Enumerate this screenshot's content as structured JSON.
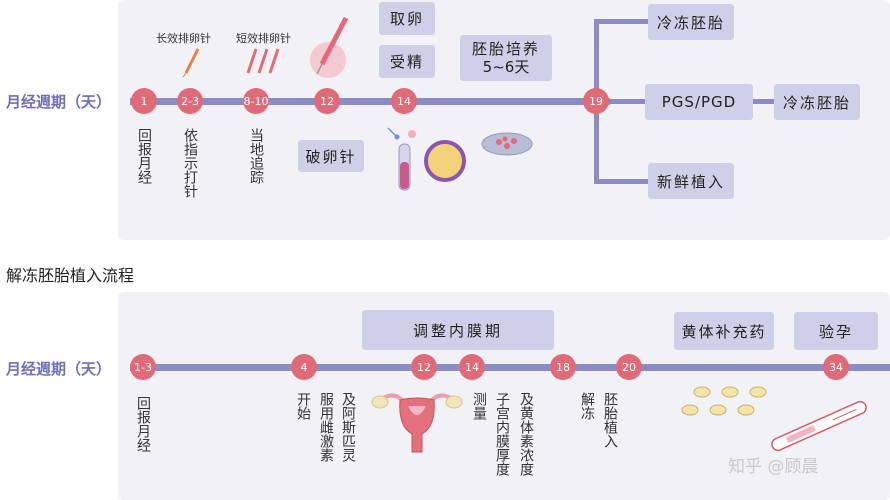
{
  "top": {
    "axis_label": "月经週期（天）",
    "nodes": [
      "1",
      "2-3",
      "8-10",
      "12",
      "14",
      "19"
    ],
    "med_long": "长效排卵针",
    "med_short": "短效排卵针",
    "box_egg": "取卵",
    "box_fert": "受精",
    "box_culture_line1": "胚胎培养",
    "box_culture_line2": "5~6天",
    "box_trigger": "破卵针",
    "box_freeze1": "冷冻胚胎",
    "box_pgs": "PGS/PGD",
    "box_freeze2": "冷冻胚胎",
    "box_fresh": "新鲜植入",
    "v_period": "回报月经",
    "v_follow": "依指示打针",
    "v_track": "当地追踪"
  },
  "section_title": "解冻胚胎植入流程",
  "bottom": {
    "axis_label": "月经週期（天）",
    "nodes": [
      "1-3",
      "4",
      "12",
      "14",
      "18",
      "20",
      "34"
    ],
    "box_adjust": "调整内膜期",
    "box_luteal": "黄体补充药",
    "box_test": "验孕",
    "v_period": "回报月经",
    "v_start": "开始",
    "v_estrogen": "服用雌激素",
    "v_aspirin": "及阿斯匹灵",
    "v_measure": "测量",
    "v_thick": "子宫内膜厚度",
    "v_hormone": "及黄体素浓度",
    "v_thaw": "解冻",
    "v_transfer": "胚胎植入"
  },
  "watermark": "知乎 @顾晨",
  "icons": [
    "syringe-icon",
    "syringe-trio-icon",
    "large-syringe-icon",
    "sperm-egg-tube-icon",
    "egg-cell-icon",
    "petri-dish-icon",
    "uterus-icon",
    "pills-icon",
    "pregnancy-test-icon"
  ],
  "colors": {
    "node": "#e06b78",
    "axis": "#8c8cc4",
    "box": "#cfd0e8",
    "panel": "#f2f2f6"
  }
}
